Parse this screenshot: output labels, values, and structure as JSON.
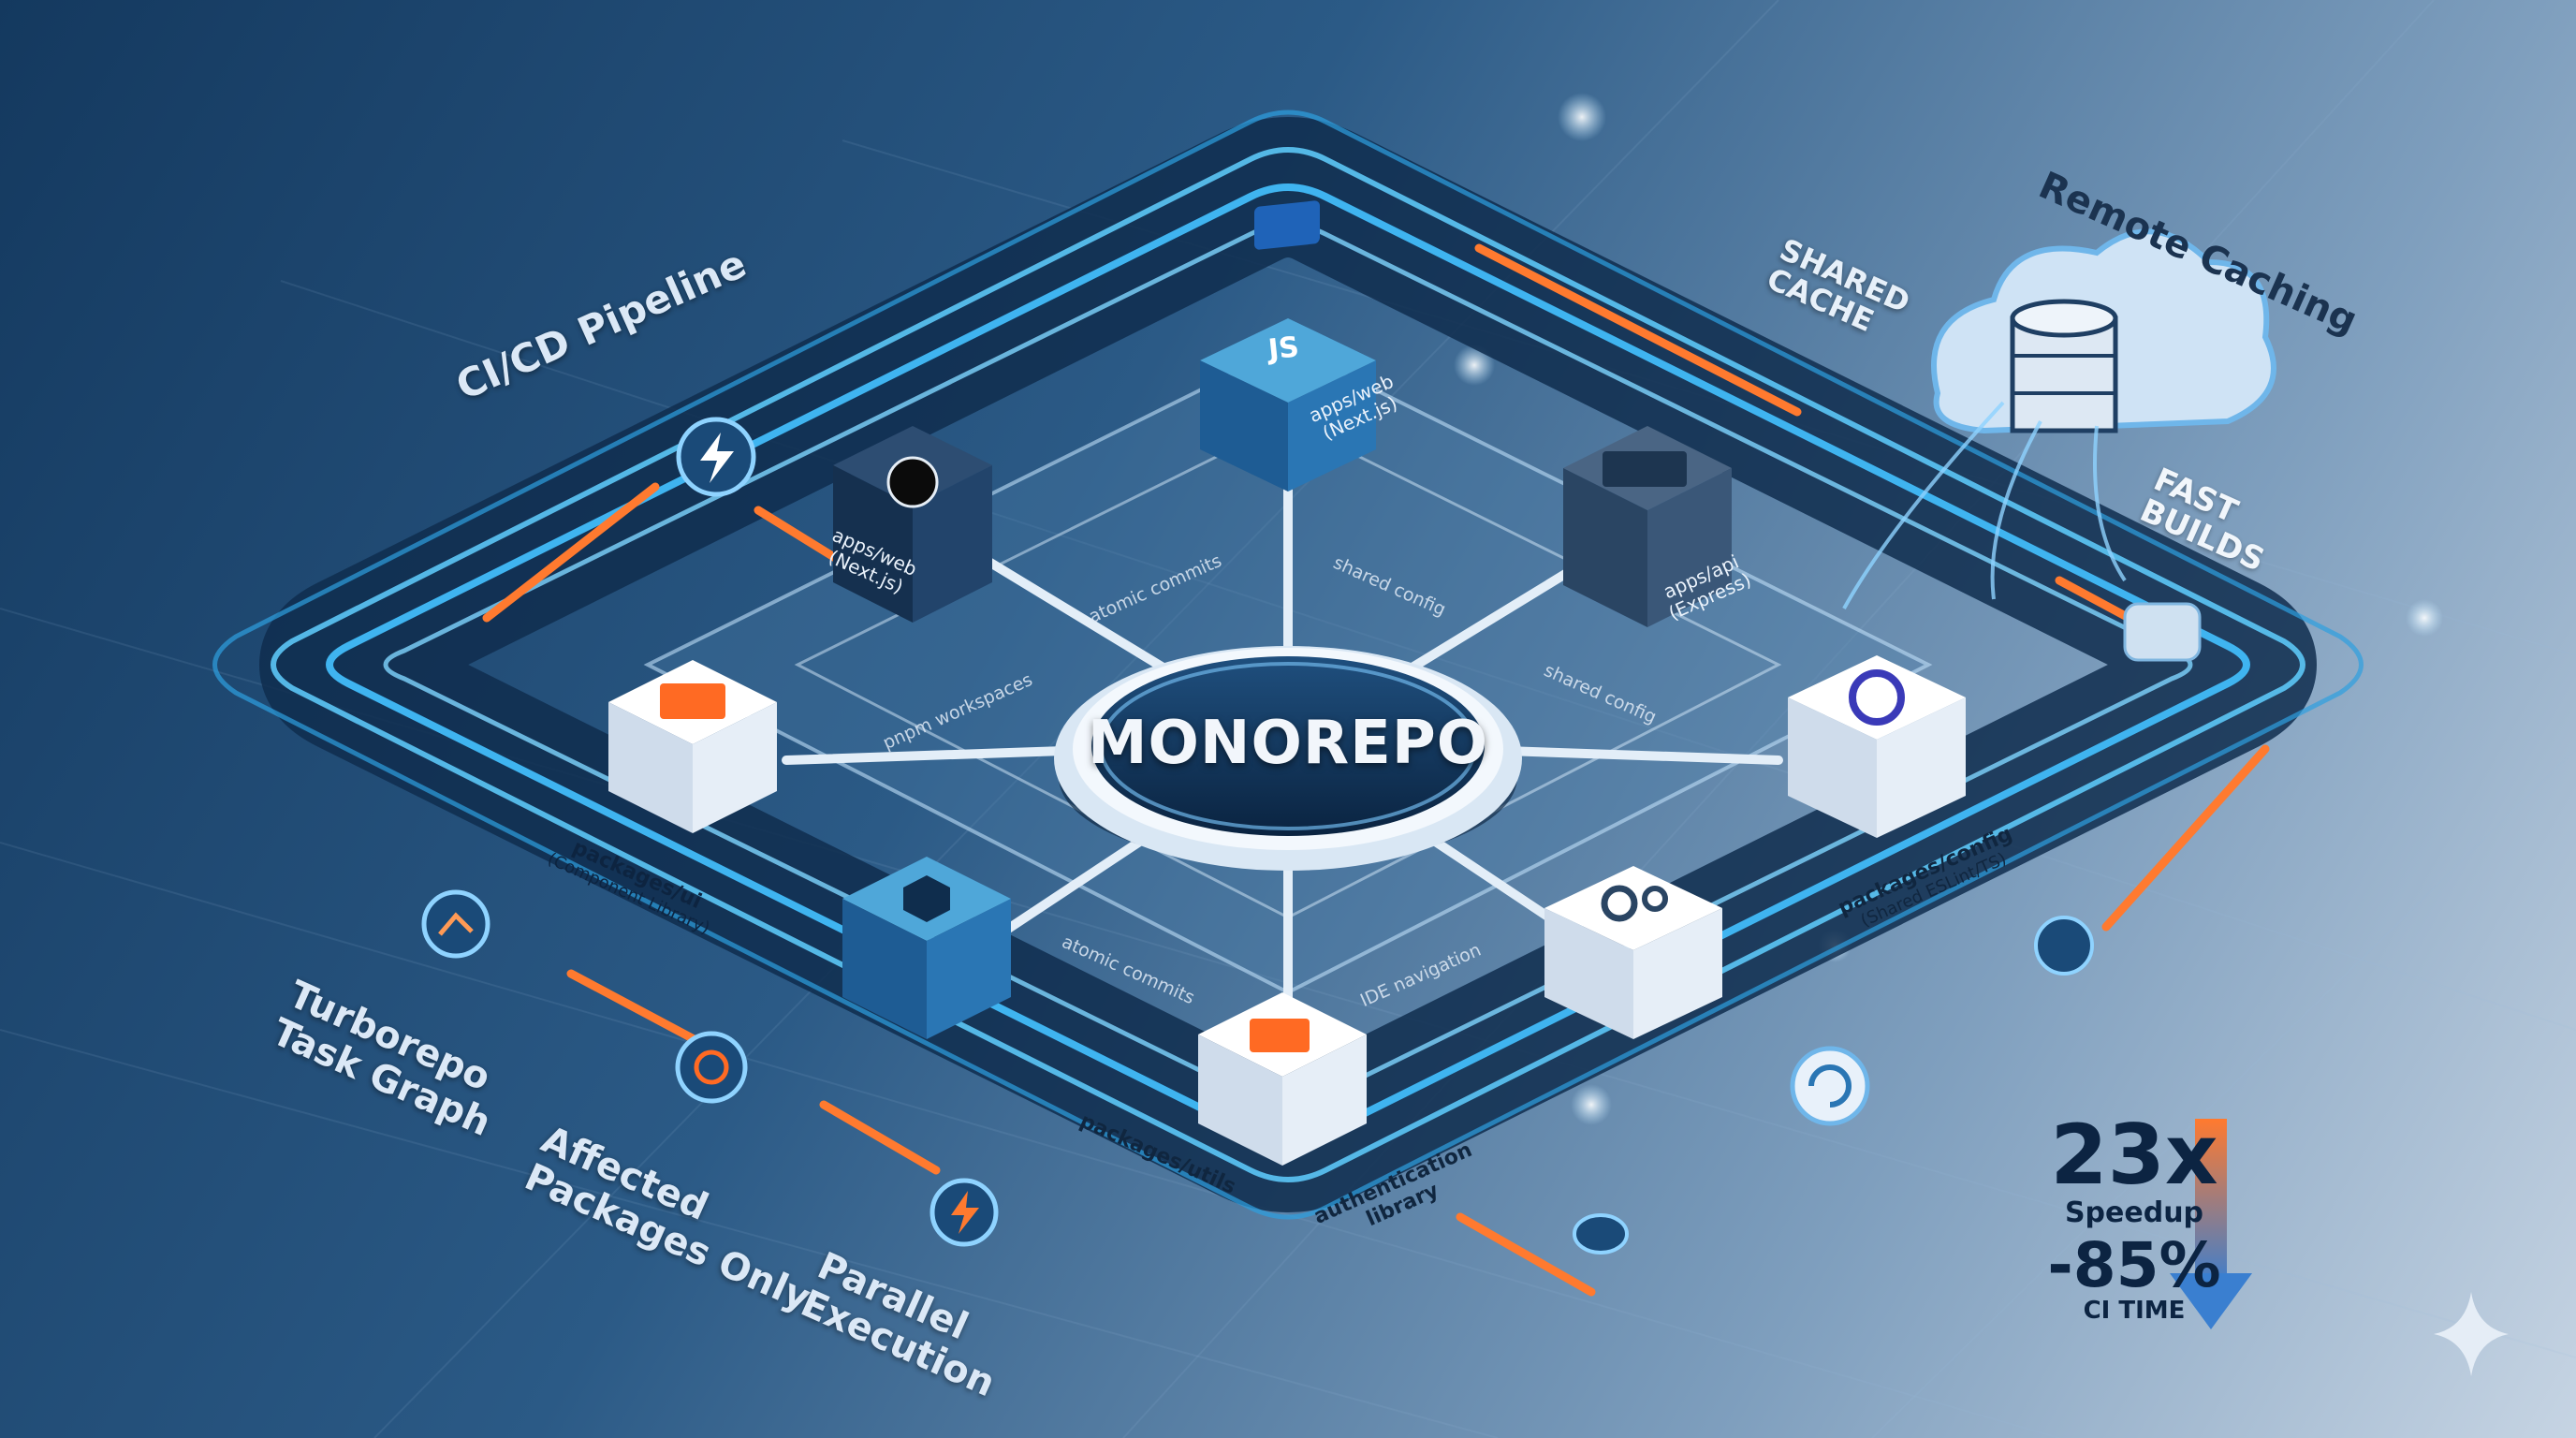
{
  "hub": {
    "label": "MONOREPO"
  },
  "pipeline": {
    "cicd": "CI/CD Pipeline",
    "turborepo_line1": "Turborepo",
    "turborepo_line2": "Task Graph",
    "affected_line1": "Affected",
    "affected_line2": "Packages Only",
    "parallel_line1": "Parallel",
    "parallel_line2": "Execution"
  },
  "cache": {
    "remote": "Remote Caching",
    "shared_line1": "SHARED",
    "shared_line2": "CACHE",
    "fast_line1": "FAST",
    "fast_line2": "BUILDS"
  },
  "packages": {
    "web_top_line1": "apps/web",
    "web_top_line2": "(Next.js)",
    "js_glyph": "JS",
    "web_left_line1": "apps/web",
    "web_left_line2": "(Next.js)",
    "api_line1": "apps/api",
    "api_line2": "(Express)",
    "ui_line1": "packages/ui",
    "ui_line2": "(Component Library)",
    "config_line1": "packages/config",
    "config_line2": "(Shared ESLint/TS)",
    "utils": "packages/utils",
    "auth_line1": "authentication",
    "auth_line2": "library"
  },
  "annotations": {
    "atomic_top": "atomic commits",
    "shared_config_top": "shared config",
    "pnpm": "pnpm workspaces",
    "shared_config_right": "shared config",
    "atomic_bottom": "atomic commits",
    "ide": "IDE navigation"
  },
  "stats": {
    "speedup_value": "23x",
    "speedup_label": "Speedup",
    "ci_value": "-85%",
    "ci_label": "CI TIME"
  },
  "colors": {
    "accent_orange": "#ff7a2f",
    "accent_blue": "#3fb4f0",
    "hub_dark": "#0f2c4c",
    "track_dark": "#0f2d4d"
  }
}
